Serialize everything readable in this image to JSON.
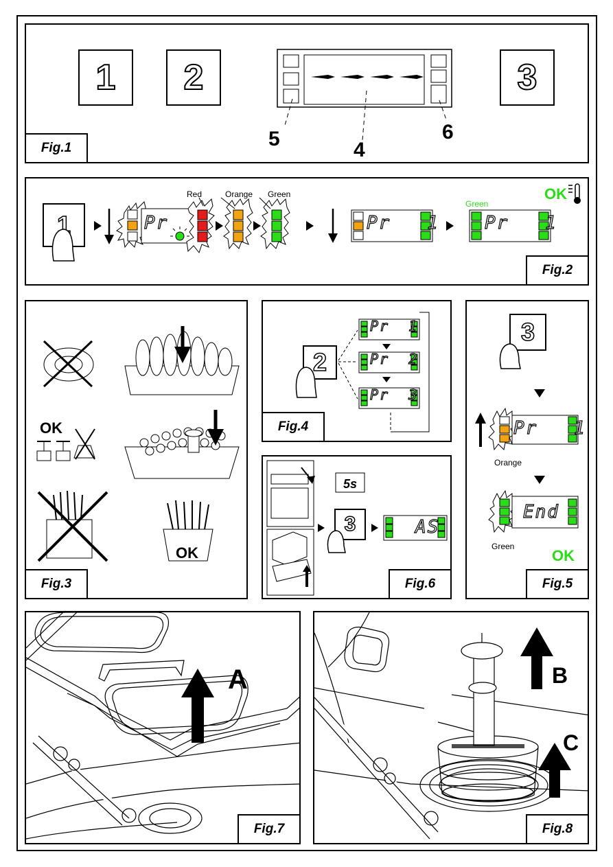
{
  "fig1": {
    "label": "Fig.1",
    "keys": [
      "1",
      "2",
      "3"
    ],
    "callouts": [
      "5",
      "4",
      "6"
    ]
  },
  "fig2": {
    "label": "Fig.2",
    "key": "1",
    "lcd1": "Pr",
    "lcd2": "Pr   1",
    "lcd3": "Pr   1",
    "colors": {
      "red": "Red",
      "orange": "Orange",
      "green": "Green"
    },
    "green_label": "Green",
    "ok": "OK"
  },
  "fig3": {
    "label": "Fig.3",
    "ok1": "OK",
    "ok2": "OK"
  },
  "fig4": {
    "label": "Fig.4",
    "key": "2",
    "programs": [
      "Pr  1",
      "Pr  2",
      "Pr  3"
    ]
  },
  "fig5": {
    "label": "Fig.5",
    "key": "3",
    "lcd1": "Pr   1",
    "lcd2": "End",
    "orange": "Orange",
    "green": "Green",
    "ok": "OK"
  },
  "fig6": {
    "label": "Fig.6",
    "time": "5s",
    "key": "3",
    "lcd": "AS"
  },
  "fig7": {
    "label": "Fig.7",
    "arrow": "A"
  },
  "fig8": {
    "label": "Fig.8",
    "arrow_b": "B",
    "arrow_c": "C"
  },
  "palette": {
    "red": "#e31b1b",
    "orange": "#f2a314",
    "green": "#2bdc19"
  }
}
